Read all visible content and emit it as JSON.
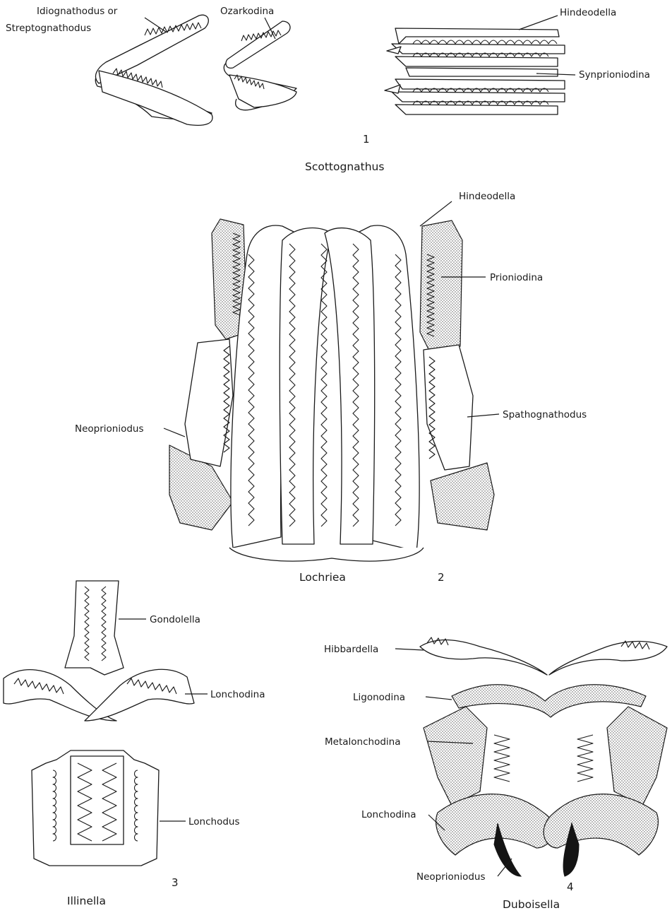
{
  "figure": {
    "panel1": {
      "number": "1",
      "caption": "Scottognathus",
      "labels": [
        "Idiognathodus or",
        "Streptognathodus",
        "Ozarkodina",
        "Hindeodella",
        "Synprioniodina"
      ]
    },
    "panel2": {
      "number": "2",
      "caption": "Lochriea",
      "labels": [
        "Hindeodella",
        "Prioniodina",
        "Spathognathodus",
        "Neoprioniodus"
      ]
    },
    "panel3": {
      "number": "3",
      "caption": "Illinella",
      "labels": [
        "Gondolella",
        "Lonchodina",
        "Lonchodus"
      ]
    },
    "panel4": {
      "number": "4",
      "caption": "Duboisella",
      "labels": [
        "Hibbardella",
        "Ligonodina",
        "Metalonchodina",
        "Lonchodina",
        "Neoprioniodus"
      ]
    }
  },
  "style": {
    "ink": "#1a1a1a",
    "paper": "#ffffff",
    "stipple": "#9a9a9a"
  }
}
